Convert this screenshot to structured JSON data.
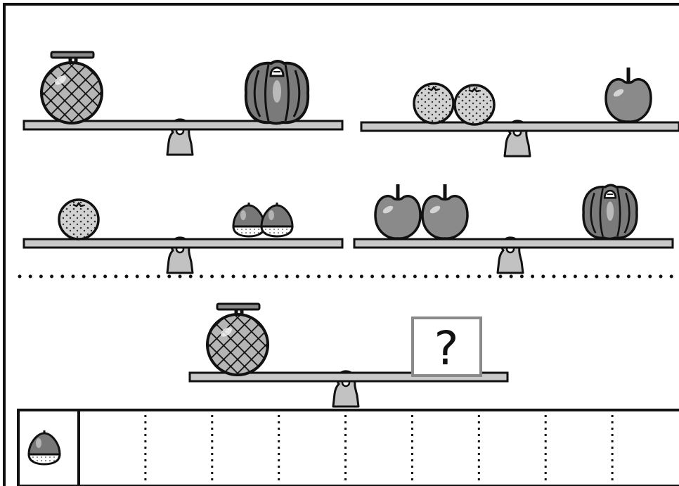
{
  "worksheet": {
    "question_mark": "?",
    "answer_unit": "chestnut",
    "answer_boxes": 9
  },
  "scales": [
    {
      "left": [
        {
          "item": "melon",
          "count": 1
        }
      ],
      "right": [
        {
          "item": "pumpkin",
          "count": 1
        }
      ]
    },
    {
      "left": [
        {
          "item": "orange",
          "count": 2
        }
      ],
      "right": [
        {
          "item": "apple",
          "count": 1
        }
      ]
    },
    {
      "left": [
        {
          "item": "orange",
          "count": 1
        }
      ],
      "right": [
        {
          "item": "chestnut",
          "count": 2
        }
      ]
    },
    {
      "left": [
        {
          "item": "apple",
          "count": 2
        }
      ],
      "right": [
        {
          "item": "pumpkin",
          "count": 1
        }
      ]
    }
  ],
  "question_scale": {
    "left": [
      {
        "item": "melon",
        "count": 1
      }
    ],
    "right": "unknown"
  },
  "colors": {
    "ink": "#111111",
    "beam": "#c8c8c8",
    "fruit": "#8c8c8c",
    "pumpkin": "#7a7a7a",
    "orange": "#d2d2d2",
    "box": "#8a8a8a"
  }
}
